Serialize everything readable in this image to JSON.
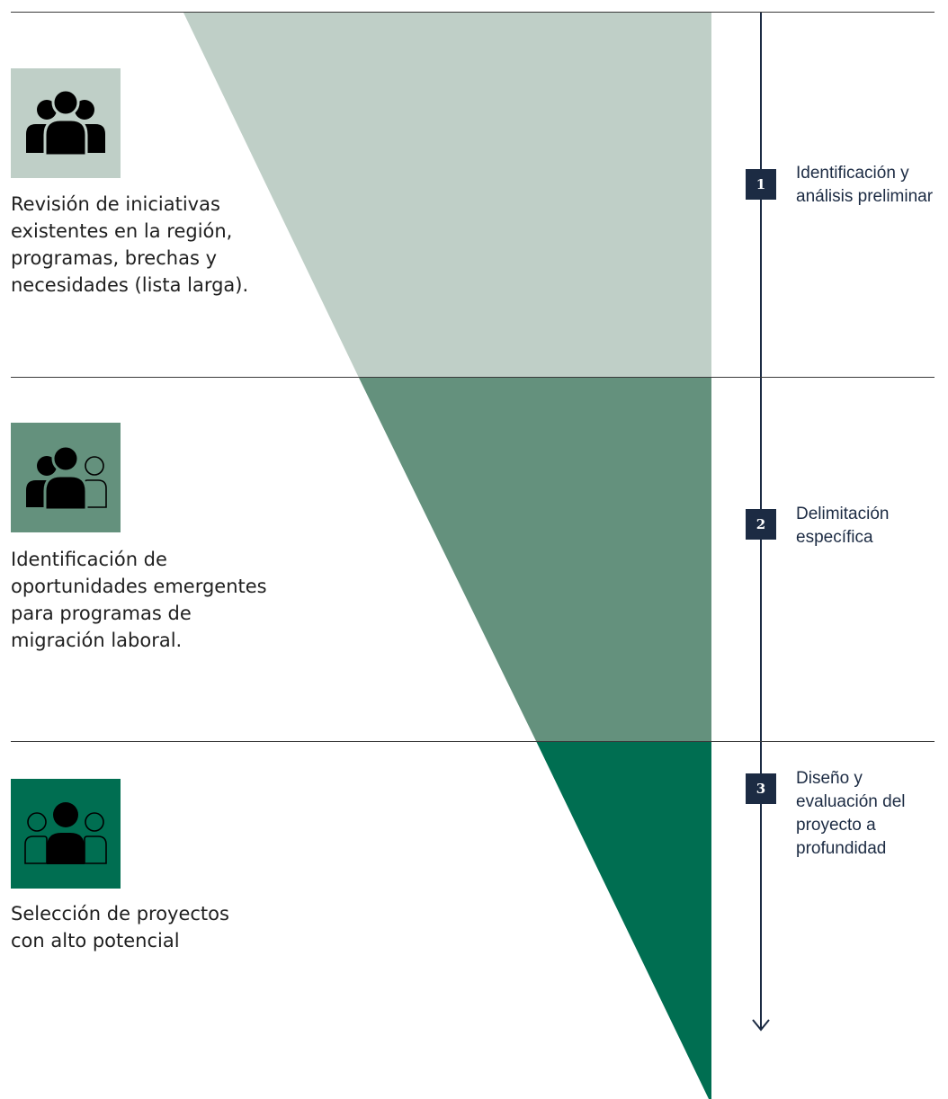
{
  "stages": [
    {
      "description": "Revisión de iniciativas\nexistentes en la región,\nprogramas, brechas y\nnecesidades (lista larga).",
      "color": "#bfcfc7",
      "icon": "people-all-filled-icon",
      "step_number": "1",
      "step_label": "Identificación y\nanálisis preliminar"
    },
    {
      "description": "Identificación de\noportunidades emergentes\npara programas de\nmigración laboral.",
      "color": "#64917d",
      "icon": "people-two-filled-one-outline-icon",
      "step_number": "2",
      "step_label": "Delimitación\nespecífica"
    },
    {
      "description": "Selección de proyectos\ncon alto potencial",
      "color": "#006e51",
      "icon": "people-one-filled-two-outline-icon",
      "step_number": "3",
      "step_label": "Diseño y\nevaluación del\nproyecto a\nprofundidad"
    }
  ],
  "timeline_color": "#1c2b43"
}
